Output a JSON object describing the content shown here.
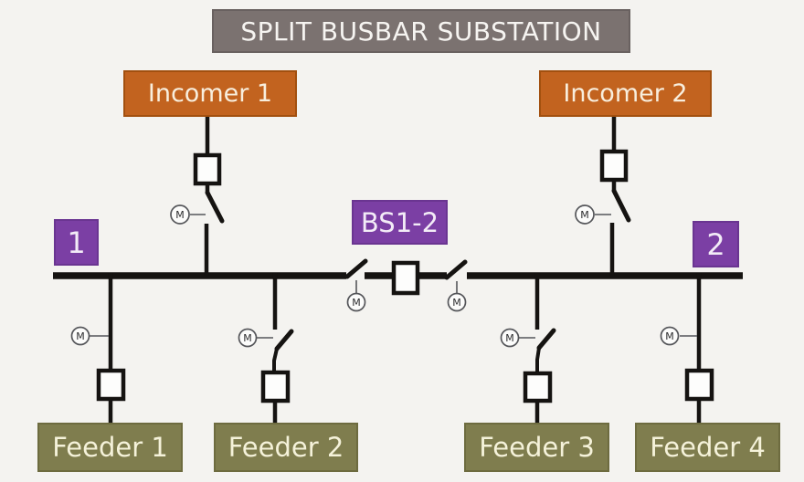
{
  "title": "SPLIT BUSBAR SUBSTATION",
  "incomers": [
    {
      "label": "Incomer 1"
    },
    {
      "label": "Incomer 2"
    }
  ],
  "bus_sections": [
    {
      "number": "1"
    },
    {
      "number": "2"
    }
  ],
  "bus_coupler": {
    "label": "BS1-2"
  },
  "feeders": [
    {
      "label": "Feeder 1"
    },
    {
      "label": "Feeder 2"
    },
    {
      "label": "Feeder 3"
    },
    {
      "label": "Feeder 4"
    }
  ],
  "motor_symbol": "M",
  "colors": {
    "background": "#f4f3f0",
    "title_bg": "#7b7270",
    "incomer_bg": "#c2631f",
    "purple_bg": "#7b3fa4",
    "feeder_bg": "#7f7d4e",
    "line": "#151311",
    "label_text": "#f6f2e6"
  }
}
